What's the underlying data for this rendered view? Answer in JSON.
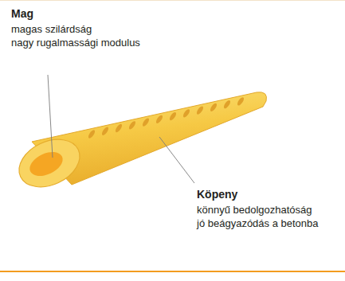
{
  "diagram": {
    "labels": [
      "Mag",
      "magas szilárdság",
      "nagy rugalmassági modulus",
      "Köpeny",
      "könnyű bedolgozhatóság",
      "jó beágyazódás a betonba"
    ]
  }
}
